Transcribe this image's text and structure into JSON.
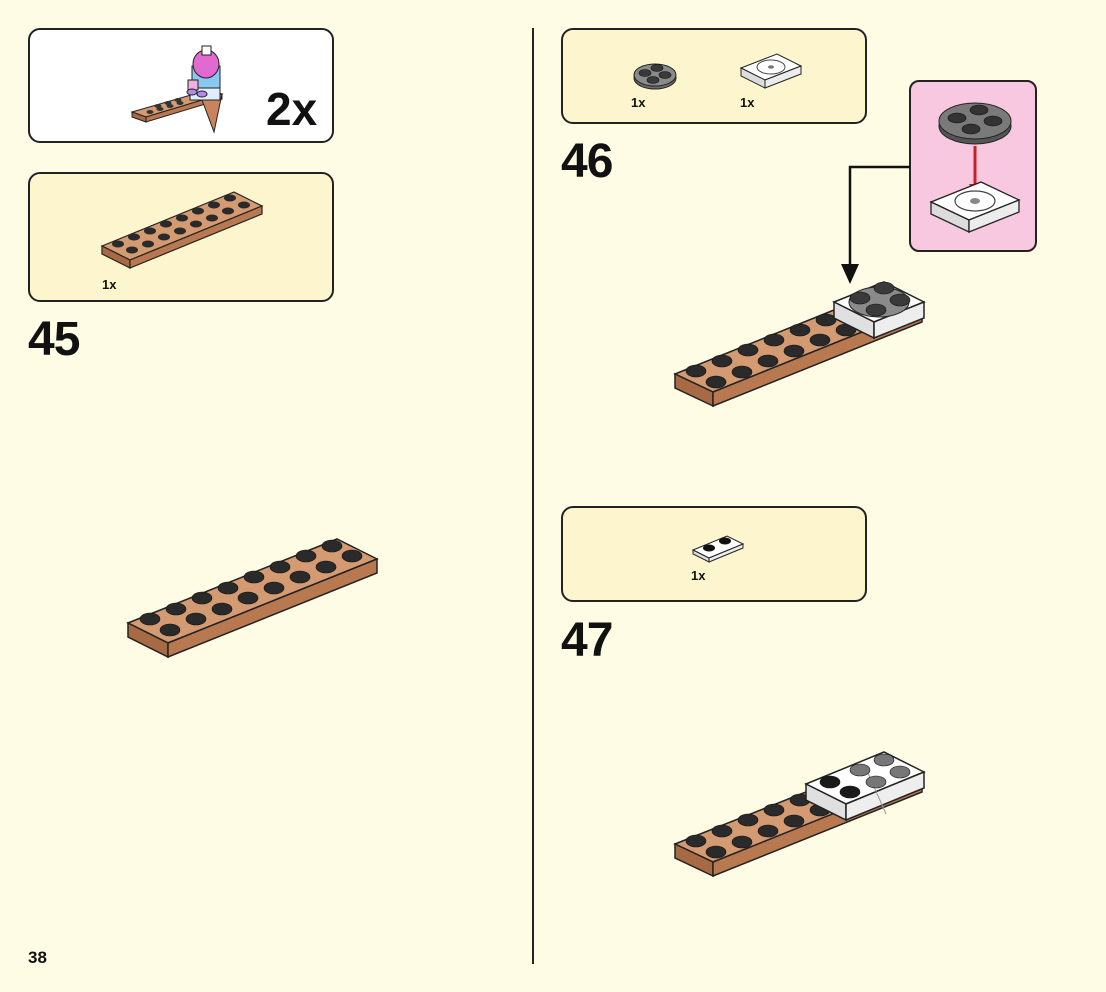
{
  "page": {
    "number": "38"
  },
  "submodel_callout": {
    "multiplier": "2x"
  },
  "steps": [
    {
      "number": "45",
      "parts": [
        {
          "qty": "1x",
          "part": "plate-2x8-medium-nougat"
        }
      ]
    },
    {
      "number": "46",
      "parts": [
        {
          "qty": "1x",
          "part": "round-plate-2x2-dark-grey"
        },
        {
          "qty": "1x",
          "part": "turntable-base-2x2-white"
        }
      ]
    },
    {
      "number": "47",
      "parts": [
        {
          "qty": "1x",
          "part": "plate-1x2-white"
        }
      ]
    }
  ],
  "colors": {
    "background": "#fefce4",
    "parts_box": "#fdf5cd",
    "callout_pink": "#f7c8e0",
    "nougat": "#c8845c",
    "dark_grey": "#555555",
    "white_part": "#f4f4f4",
    "arrow_red": "#cc1f24"
  }
}
